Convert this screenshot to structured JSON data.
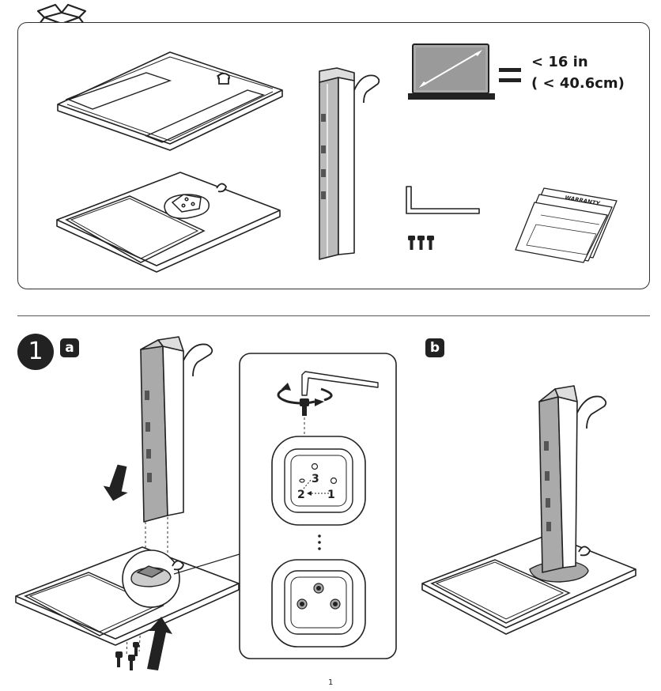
{
  "monitor_size": {
    "line1": "< 16 in",
    "line2": "( < 40.6cm)"
  },
  "documents": {
    "warranty_label": "WARRANTY"
  },
  "step": {
    "number": "1",
    "sub_a": "a",
    "sub_b": "b"
  },
  "detail": {
    "hole_labels": [
      "1",
      "2",
      "3"
    ]
  },
  "page_number": "1"
}
